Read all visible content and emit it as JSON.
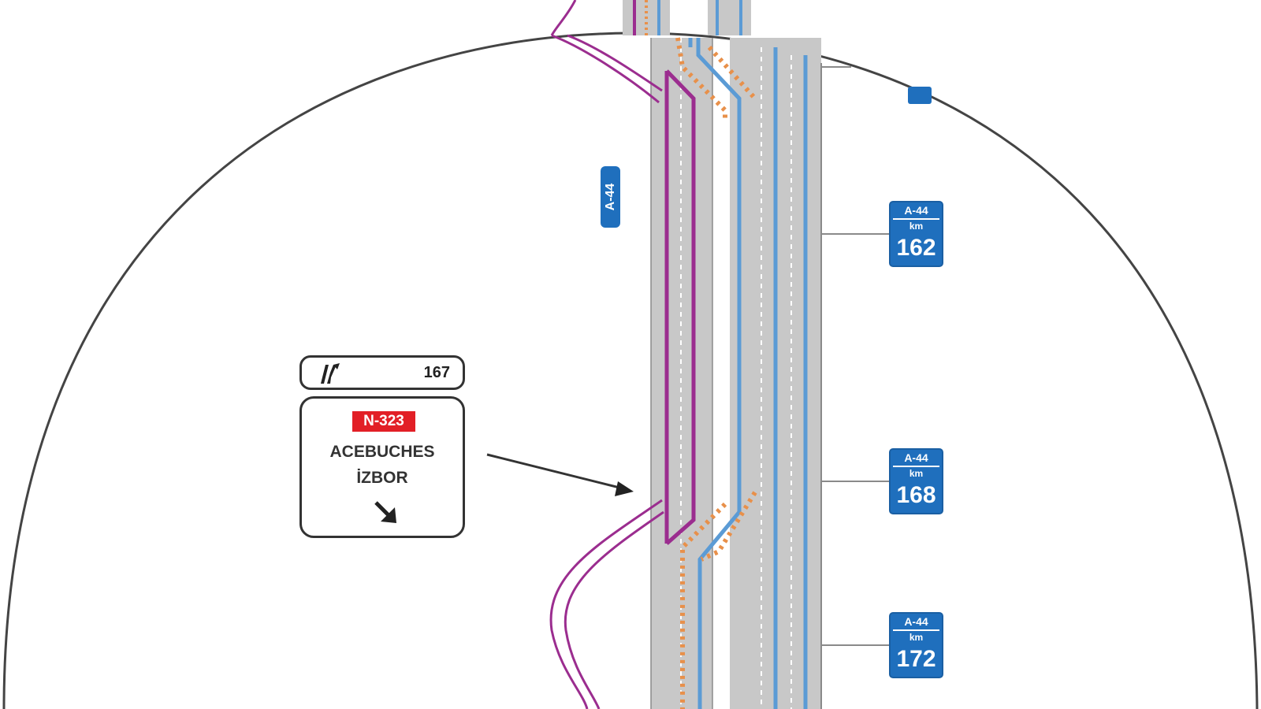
{
  "road_label": "A-44",
  "exit_sign": {
    "exit_number": "167",
    "icon": "exit-ramp-icon",
    "route_badge": "N-323",
    "destinations": [
      "ACEBUCHES",
      "İZBOR"
    ],
    "direction": "arrow-down-right-icon"
  },
  "km_posts": [
    {
      "road": "A-44",
      "unit": "km",
      "value": "162"
    },
    {
      "road": "A-44",
      "unit": "km",
      "value": "168"
    },
    {
      "road": "A-44",
      "unit": "km",
      "value": "172"
    }
  ],
  "colors": {
    "motorway_blue": "#1f6fbd",
    "lane_blue": "#5b9bd5",
    "path_purple": "#9b2d8f",
    "detour_orange": "#e8904a",
    "pavement_gray": "#c8c8c8",
    "badge_red": "#e21f26"
  }
}
